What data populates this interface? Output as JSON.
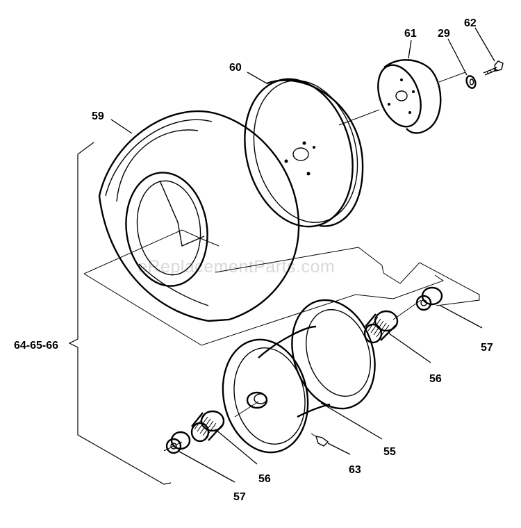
{
  "watermark": "eReplacementParts.com",
  "callouts": {
    "p59": "59",
    "p60": "60",
    "p61": "61",
    "p29": "29",
    "p62": "62",
    "p57_upper": "57",
    "p56_upper": "56",
    "p55": "55",
    "p63": "63",
    "p56_lower": "56",
    "p57_lower": "57",
    "assembly": "64-65-66"
  }
}
